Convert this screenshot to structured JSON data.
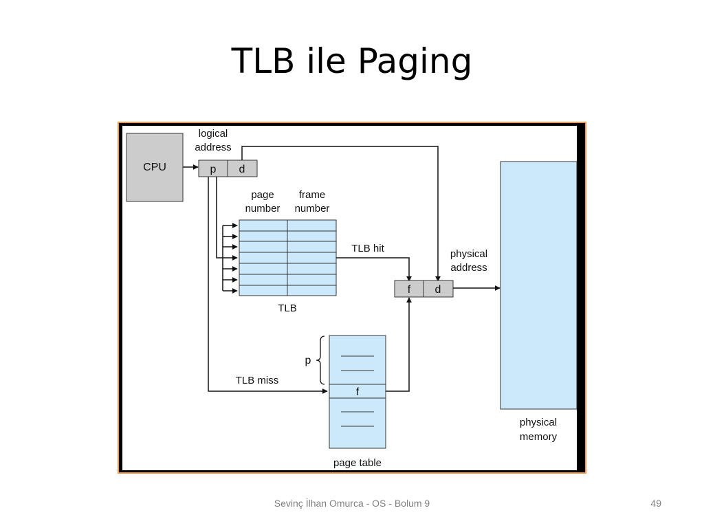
{
  "slide": {
    "title": "TLB ile Paging",
    "footer": "Sevinç İlhan Omurca - OS - Bolum 9",
    "page_number": "49"
  },
  "diagram": {
    "cpu_label": "CPU",
    "logical_address_line1": "logical",
    "logical_address_line2": "address",
    "logical_p": "p",
    "logical_d": "d",
    "page_number_line1": "page",
    "page_number_line2": "number",
    "frame_number_line1": "frame",
    "frame_number_line2": "number",
    "tlb_label": "TLB",
    "tlb_hit_label": "TLB hit",
    "tlb_miss_label": "TLB miss",
    "physical_address_line1": "physical",
    "physical_address_line2": "address",
    "physical_f": "f",
    "physical_d": "d",
    "page_table_p": "p",
    "page_table_f": "f",
    "page_table_label": "page table",
    "physical_memory_line1": "physical",
    "physical_memory_line2": "memory",
    "colors": {
      "frame_orange": "#f79646",
      "frame_black": "#000000",
      "light_blue": "#cce9fb",
      "box_gray": "#cccccc"
    }
  }
}
